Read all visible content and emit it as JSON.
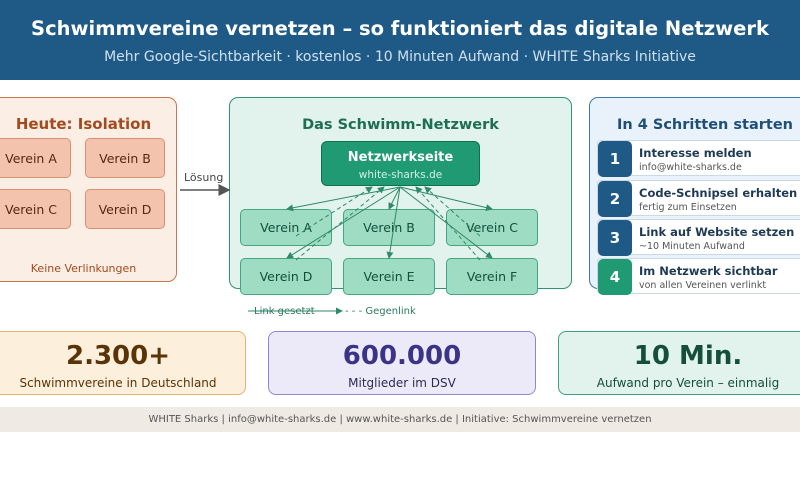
{
  "header": {
    "title": "Schwimmvereine vernetzen – so funktioniert das digitale Netzwerk",
    "subtitle": "Mehr Google-Sichtbarkeit  ·  kostenlos  ·  10 Minuten Aufwand  ·  WHITE Sharks Initiative"
  },
  "isolation": {
    "title": "Heute: Isolation",
    "clubs": [
      "Verein A",
      "Verein B",
      "Verein C",
      "Verein D"
    ],
    "footer": "Keine Verlinkungen"
  },
  "transition_label": "Lösung",
  "network": {
    "title": "Das Schwimm-Netzwerk",
    "hub_title": "Netzwerkseite",
    "hub_subtitle": "white-sharks.de",
    "clubs": [
      "Verein A",
      "Verein B",
      "Verein C",
      "Verein D",
      "Verein E",
      "Verein F"
    ],
    "legend_solid": "Link gesetzt",
    "legend_dashed": "- - - Gegenlink"
  },
  "steps": {
    "title": "In 4 Schritten starten",
    "items": [
      {
        "number": "1",
        "title": "Interesse melden",
        "subtitle": "info@white-sharks.de"
      },
      {
        "number": "2",
        "title": "Code-Schnipsel erhalten",
        "subtitle": "fertig zum Einsetzen"
      },
      {
        "number": "3",
        "title": "Link auf Website setzen",
        "subtitle": "~10 Minuten Aufwand"
      },
      {
        "number": "4",
        "title": "Im Netzwerk sichtbar",
        "subtitle": "von allen Vereinen verlinkt"
      }
    ]
  },
  "stats": [
    {
      "value": "2.300+",
      "label": "Schwimmvereine in Deutschland"
    },
    {
      "value": "600.000",
      "label": "Mitglieder im DSV"
    },
    {
      "value": "10 Min.",
      "label": "Aufwand pro Verein – einmalig"
    }
  ],
  "footer": "WHITE Sharks  |  info@white-sharks.de  |  www.white-sharks.de  |  Initiative: Schwimmvereine vernetzen",
  "colors": {
    "header_bg": "#1f5a87",
    "isolation_accent": "#a34a1f",
    "network_accent": "#1f9a72",
    "steps_accent": "#1f4e78",
    "step4_accent": "#1f9a72"
  }
}
